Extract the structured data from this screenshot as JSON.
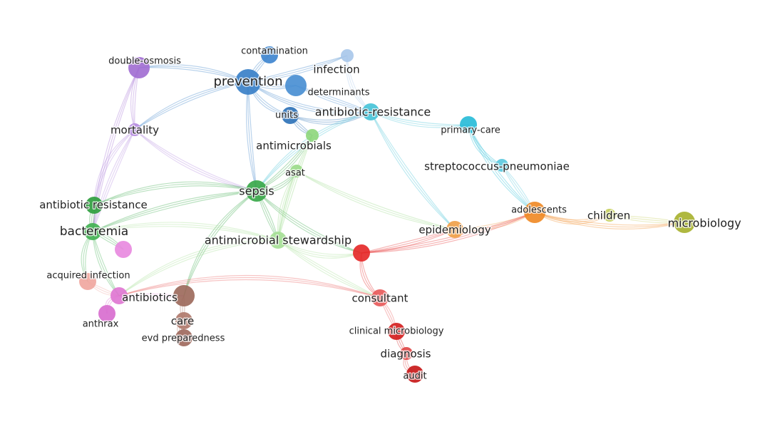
{
  "network": {
    "nodes": [
      {
        "id": "contamination",
        "label": "contamination",
        "color": "#3f86cf",
        "size": "m",
        "lx": "c",
        "ly": "top",
        "fs": 13
      },
      {
        "id": "prevention",
        "label": "prevention",
        "color": "#3a80c8",
        "size": "xl",
        "lx": "c",
        "ly": "c",
        "fs": 18
      },
      {
        "id": "infection",
        "label": "infection",
        "color": "#a9c8ea",
        "size": "s",
        "lx": "r",
        "ly": "c",
        "fs": 15
      },
      {
        "id": "determinants",
        "label": "determinants",
        "color": "#4a8fd3",
        "size": "l",
        "lx": "r",
        "ly": "c",
        "fs": 13
      },
      {
        "id": "units",
        "label": "units",
        "color": "#2f73b8",
        "size": "m",
        "lx": "c",
        "ly": "c",
        "fs": 13
      },
      {
        "id": "antibiotic-resistance-2",
        "label": "antibiotic-resistance",
        "color": "#48c3d8",
        "size": "m",
        "lx": "c",
        "ly": "c",
        "fs": 16
      },
      {
        "id": "primary-care",
        "label": "primary-care",
        "color": "#29bcd8",
        "size": "m",
        "lx": "c",
        "ly": "c",
        "fs": 13
      },
      {
        "id": "streptococcus-pneumoniae",
        "label": "streptococcus-pneumoniae",
        "color": "#5dc9de",
        "size": "s",
        "lx": "c",
        "ly": "c",
        "fs": 15
      },
      {
        "id": "double-osmosis",
        "label": "double-osmosis",
        "color": "#a26fd3",
        "size": "l",
        "lx": "c",
        "ly": "top",
        "fs": 13
      },
      {
        "id": "mortality",
        "label": "mortality",
        "color": "#b58be0",
        "size": "s",
        "lx": "c",
        "ly": "c",
        "fs": 15
      },
      {
        "id": "antimicrobials",
        "label": "antimicrobials",
        "color": "#8fd77d",
        "size": "s",
        "lx": "c",
        "ly": "c",
        "fs": 15
      },
      {
        "id": "asat",
        "label": "asat",
        "color": "#9bdb8a",
        "size": "s",
        "lx": "c",
        "ly": "c",
        "fs": 13
      },
      {
        "id": "sepsis",
        "label": "sepsis",
        "color": "#39a84a",
        "size": "l",
        "lx": "c",
        "ly": "c",
        "fs": 16
      },
      {
        "id": "antibiotic-resistance-1",
        "label": "antibiotic resistance",
        "color": "#2f9e3f",
        "size": "m",
        "lx": "c",
        "ly": "c",
        "fs": 15
      },
      {
        "id": "bacteremia",
        "label": "bacteremia",
        "color": "#43b254",
        "size": "m",
        "lx": "c",
        "ly": "c",
        "fs": 17
      },
      {
        "id": "antimicrobial-stewardship",
        "label": "antimicrobial stewardship",
        "color": "#a6e096",
        "size": "m",
        "lx": "c",
        "ly": "c",
        "fs": 16
      },
      {
        "id": "epidemiology",
        "label": "epidemiology",
        "color": "#f0a14a",
        "size": "m",
        "lx": "c",
        "ly": "c",
        "fs": 15
      },
      {
        "id": "adolescents",
        "label": "adolescents",
        "color": "#f08a26",
        "size": "l",
        "lx": "c",
        "ly": "c",
        "fs": 13
      },
      {
        "id": "children",
        "label": "children",
        "color": "#c6cf5b",
        "size": "s",
        "lx": "c",
        "ly": "c",
        "fs": 15
      },
      {
        "id": "microbiology",
        "label": "microbiology",
        "color": "#a8b230",
        "size": "l",
        "lx": "c",
        "ly": "c",
        "fs": 16
      },
      {
        "id": "red-hub",
        "label": "",
        "color": "#e52a2a",
        "size": "m",
        "lx": "c",
        "ly": "c",
        "fs": 13
      },
      {
        "id": "consultant",
        "label": "consultant",
        "color": "#e85a5a",
        "size": "m",
        "lx": "c",
        "ly": "c",
        "fs": 15
      },
      {
        "id": "clinical-microbiology",
        "label": "clinical microbiology",
        "color": "#d41f1f",
        "size": "m",
        "lx": "c",
        "ly": "c",
        "fs": 13
      },
      {
        "id": "diagnosis",
        "label": "diagnosis",
        "color": "#e04848",
        "size": "s",
        "lx": "c",
        "ly": "c",
        "fs": 15
      },
      {
        "id": "audit",
        "label": "audit",
        "color": "#c81a1a",
        "size": "m",
        "lx": "c",
        "ly": "c",
        "fs": 13
      },
      {
        "id": "acquired-infection",
        "label": "acquired infection",
        "color": "#f0a7a0",
        "size": "m",
        "lx": "c",
        "ly": "c",
        "fs": 13
      },
      {
        "id": "antibiotics",
        "label": "antibiotics",
        "color": "#e077d3",
        "size": "m",
        "lx": "c",
        "ly": "c",
        "fs": 15
      },
      {
        "id": "pink-node",
        "label": "",
        "color": "#e88ae0",
        "size": "m",
        "lx": "c",
        "ly": "c",
        "fs": 13
      },
      {
        "id": "anthrax",
        "label": "anthrax",
        "color": "#d86ecf",
        "size": "m",
        "lx": "c",
        "ly": "c",
        "fs": 13
      },
      {
        "id": "care-hub",
        "label": "",
        "color": "#9d6a5c",
        "size": "l",
        "lx": "c",
        "ly": "c",
        "fs": 13
      },
      {
        "id": "care",
        "label": "care",
        "color": "#b07a6d",
        "size": "m",
        "lx": "c",
        "ly": "c",
        "fs": 15
      },
      {
        "id": "evd-preparedness",
        "label": "evd preparedness",
        "color": "#a06a5e",
        "size": "m",
        "lx": "c",
        "ly": "c",
        "fs": 13
      }
    ],
    "links": [
      [
        "prevention",
        "contamination"
      ],
      [
        "prevention",
        "determinants"
      ],
      [
        "prevention",
        "units"
      ],
      [
        "prevention",
        "infection"
      ],
      [
        "prevention",
        "double-osmosis"
      ],
      [
        "prevention",
        "antibiotic-resistance-2"
      ],
      [
        "prevention",
        "sepsis"
      ],
      [
        "prevention",
        "mortality"
      ],
      [
        "units",
        "antibiotic-resistance-2"
      ],
      [
        "determinants",
        "antibiotic-resistance-2"
      ],
      [
        "antibiotic-resistance-2",
        "primary-care"
      ],
      [
        "primary-care",
        "streptococcus-pneumoniae"
      ],
      [
        "streptococcus-pneumoniae",
        "adolescents"
      ],
      [
        "primary-care",
        "adolescents"
      ],
      [
        "antibiotic-resistance-2",
        "sepsis"
      ],
      [
        "antibiotic-resistance-2",
        "epidemiology"
      ],
      [
        "double-osmosis",
        "mortality"
      ],
      [
        "mortality",
        "antibiotic-resistance-1"
      ],
      [
        "mortality",
        "bacteremia"
      ],
      [
        "mortality",
        "sepsis"
      ],
      [
        "sepsis",
        "antibiotic-resistance-1"
      ],
      [
        "sepsis",
        "bacteremia"
      ],
      [
        "sepsis",
        "antimicrobials"
      ],
      [
        "sepsis",
        "asat"
      ],
      [
        "sepsis",
        "antimicrobial-stewardship"
      ],
      [
        "sepsis",
        "red-hub"
      ],
      [
        "sepsis",
        "care-hub"
      ],
      [
        "antimicrobials",
        "antimicrobial-stewardship"
      ],
      [
        "asat",
        "antimicrobial-stewardship"
      ],
      [
        "antimicrobial-stewardship",
        "red-hub"
      ],
      [
        "antimicrobial-stewardship",
        "consultant"
      ],
      [
        "antimicrobial-stewardship",
        "bacteremia"
      ],
      [
        "antimicrobial-stewardship",
        "antibiotics"
      ],
      [
        "red-hub",
        "epidemiology"
      ],
      [
        "epidemiology",
        "adolescents"
      ],
      [
        "adolescents",
        "children"
      ],
      [
        "children",
        "microbiology"
      ],
      [
        "adolescents",
        "microbiology"
      ],
      [
        "red-hub",
        "consultant"
      ],
      [
        "consultant",
        "clinical-microbiology"
      ],
      [
        "clinical-microbiology",
        "diagnosis"
      ],
      [
        "diagnosis",
        "audit"
      ],
      [
        "red-hub",
        "adolescents"
      ],
      [
        "bacteremia",
        "antibiotics"
      ],
      [
        "bacteremia",
        "acquired-infection"
      ],
      [
        "bacteremia",
        "pink-node"
      ],
      [
        "acquired-infection",
        "antibiotics"
      ],
      [
        "antibiotics",
        "anthrax"
      ],
      [
        "antibiotics",
        "care-hub"
      ],
      [
        "care-hub",
        "care"
      ],
      [
        "care",
        "evd-preparedness"
      ],
      [
        "double-osmosis",
        "bacteremia"
      ],
      [
        "antibiotic-resistance-1",
        "bacteremia"
      ],
      [
        "infection",
        "antibiotic-resistance-2"
      ],
      [
        "asat",
        "epidemiology"
      ],
      [
        "units",
        "antimicrobials"
      ],
      [
        "consultant",
        "antibiotics"
      ]
    ]
  }
}
